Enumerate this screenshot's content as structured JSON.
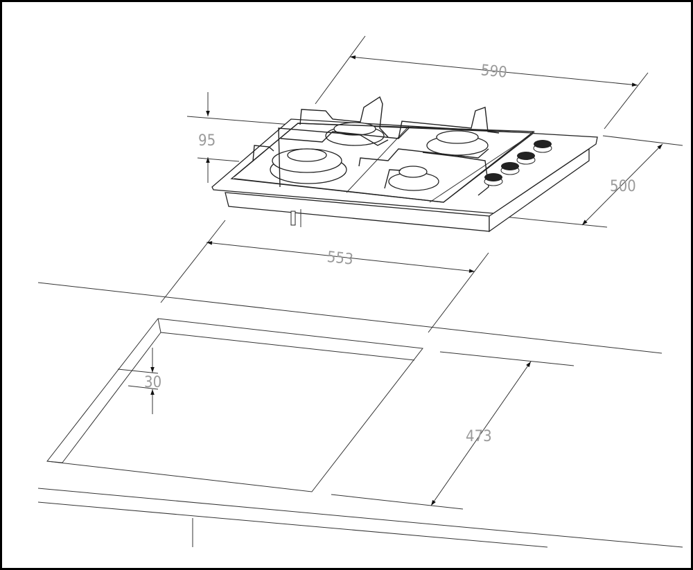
{
  "drawing": {
    "title": "Gas hob installation dimensions",
    "dimensions": {
      "hob_width": "590",
      "hob_height": "95",
      "hob_depth": "500",
      "cutout_width": "553",
      "min_distance": "30",
      "cutout_depth": "473"
    },
    "colors": {
      "line": "#333333",
      "label": "#9a9a9a",
      "knob": "#222222"
    }
  }
}
